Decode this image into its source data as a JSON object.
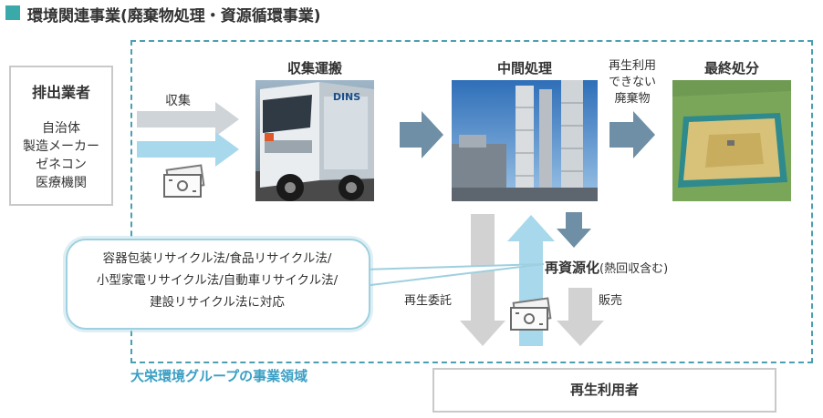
{
  "title": "環境関連事業(廃棄物処理・資源循環事業)",
  "emitters": {
    "heading": "排出業者",
    "items": [
      "自治体",
      "製造メーカー",
      "ゼネコン",
      "医療機関"
    ]
  },
  "collect_label": "収集",
  "steps": {
    "transport": "収集運搬",
    "intermediate": "中間処理",
    "final": "最終処分"
  },
  "non_recyclable": [
    "再生利用",
    "できない",
    "廃棄物"
  ],
  "recycling": {
    "main": "再資源化",
    "note": "(熱回収含む)"
  },
  "recycle_consign_label": "再生委託",
  "sales_label": "販売",
  "callout_lines": [
    "容器包装リサイクル法/食品リサイクル法/",
    "小型家電リサイクル法/自動車リサイクル法/",
    "建設リサイクル法に対応"
  ],
  "domain_label": "大栄環境グループの事業領域",
  "recycled_users": "再生利用者",
  "colors": {
    "accent_teal": "#3aa9a9",
    "arrow_blue_gray": "#6f8fa6",
    "arrow_light_blue": "#a8d8ec",
    "arrow_gray": "#c8c8c8",
    "domain_border": "#4a9fb0",
    "domain_text": "#3a9fc4"
  }
}
